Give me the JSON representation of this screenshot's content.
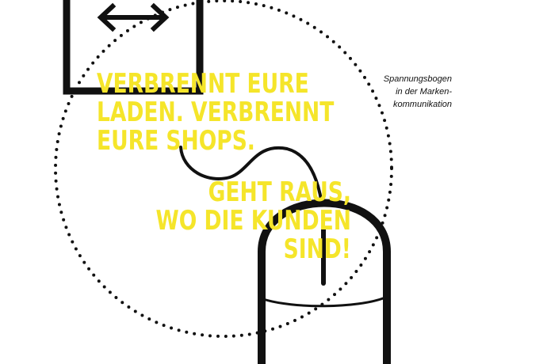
{
  "headline_top": [
    "VERBRENNT EURE",
    "LADEN. VERBRENNT",
    "EURE SHOPS."
  ],
  "headline_bottom": [
    "GEHT RAUS,",
    "WO DIE KUNDEN",
    "SIND!"
  ],
  "caption": [
    "Spannungsbogen",
    "in der Marken-",
    "kommunikation"
  ],
  "colors": {
    "headline": "#f5e52a",
    "line_art": "#111111",
    "background": "#ffffff"
  },
  "icons": [
    "window-frame-icon",
    "double-arrow-icon",
    "dotted-circle",
    "mouse-cable-icon",
    "computer-mouse-icon"
  ]
}
